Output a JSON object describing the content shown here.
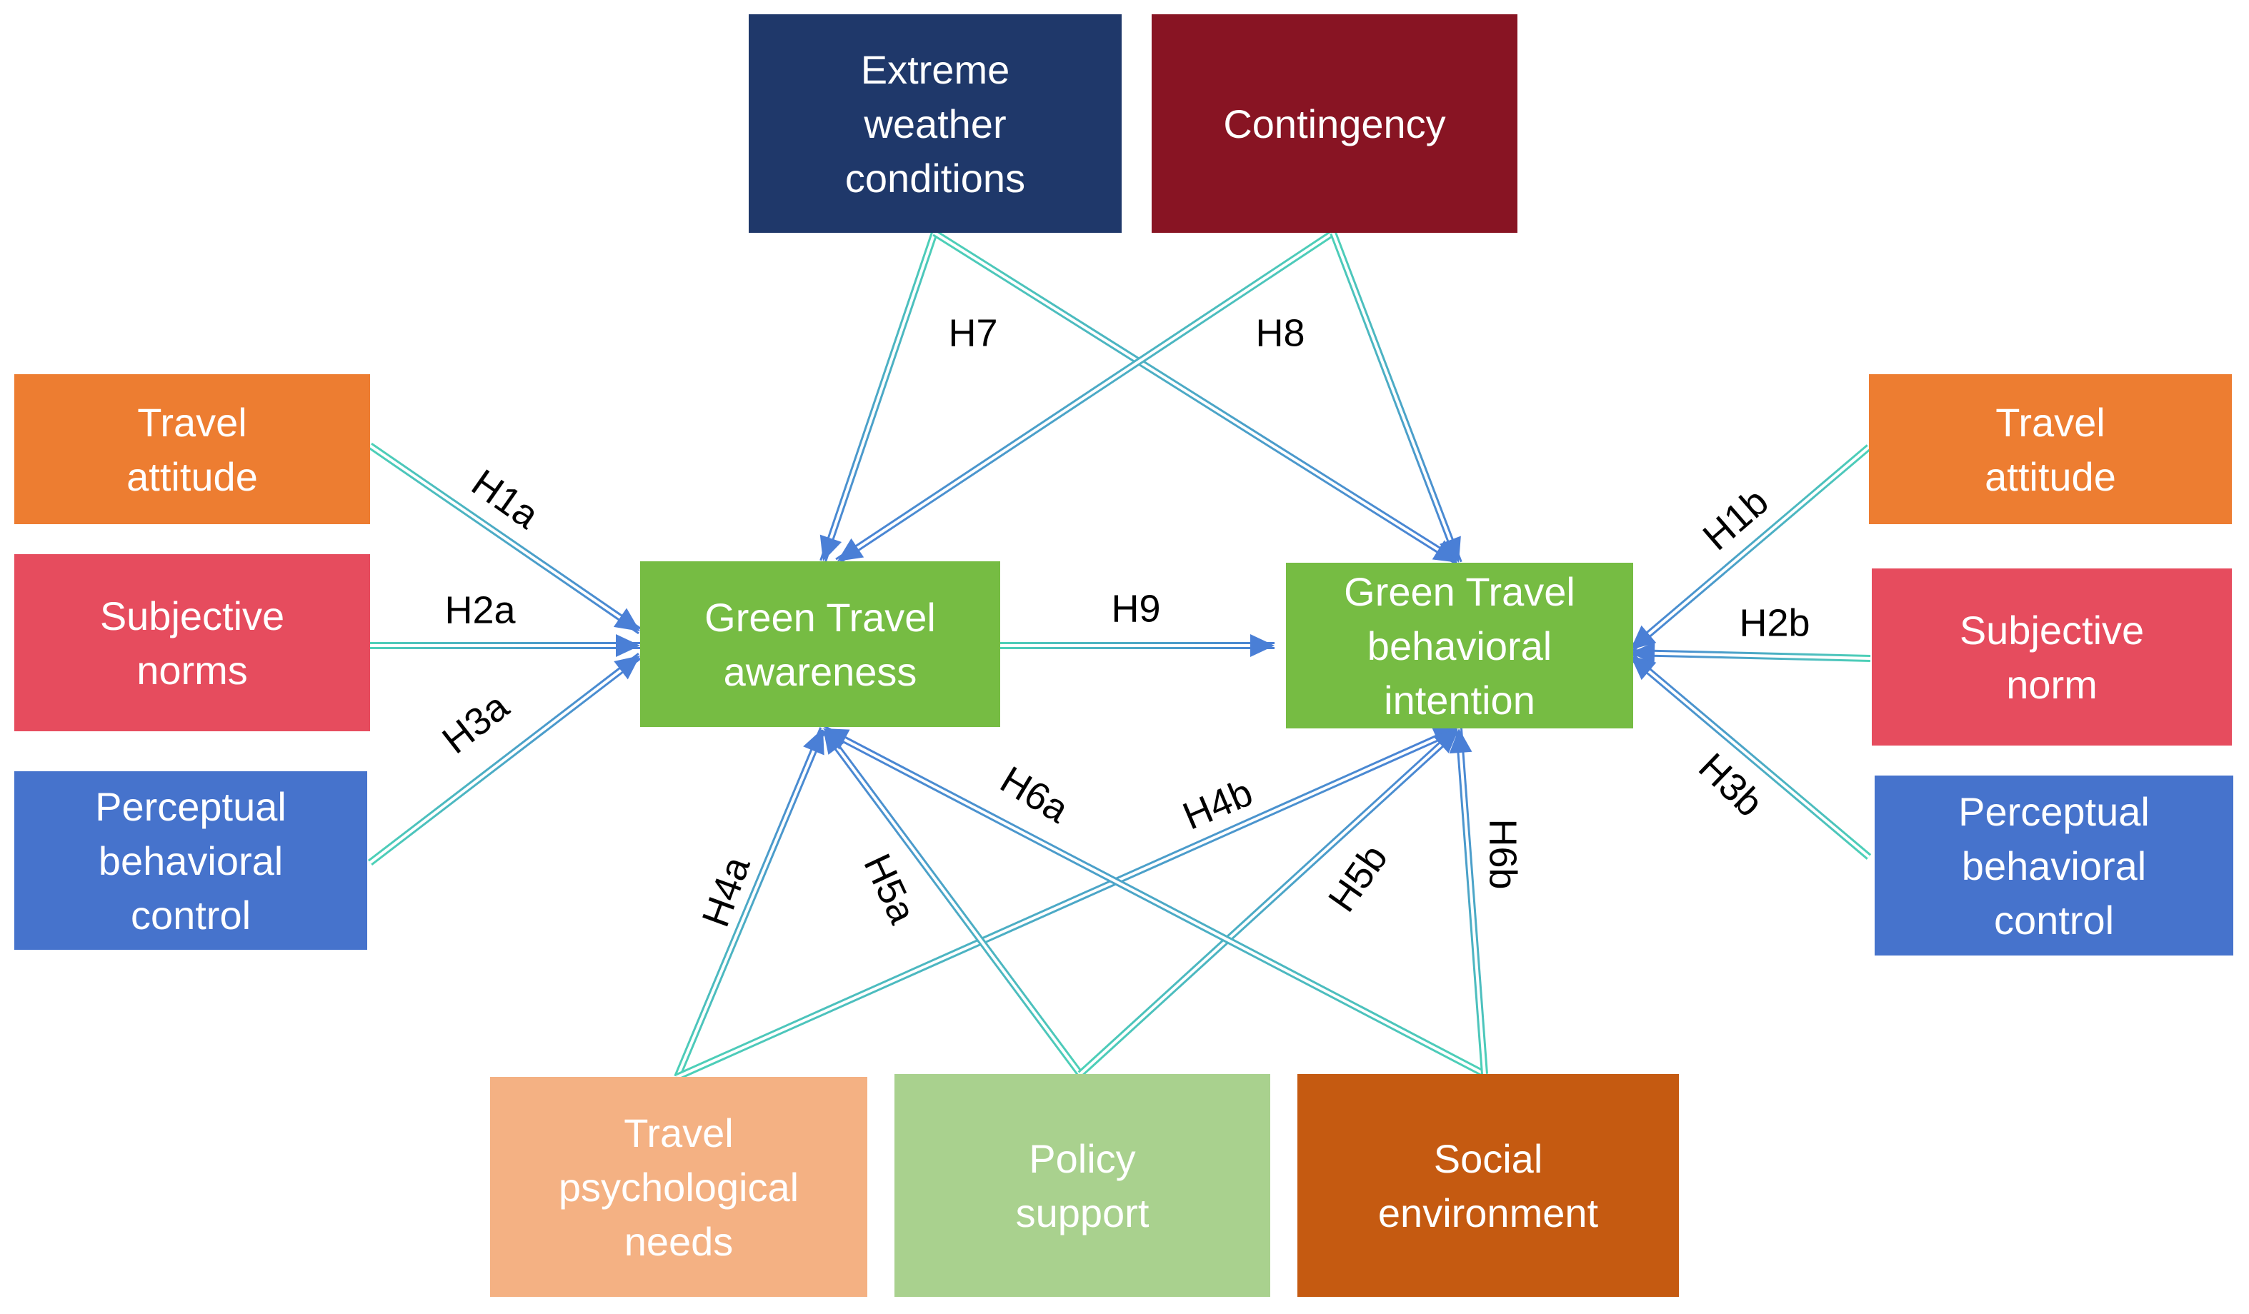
{
  "diagram": {
    "colors": {
      "navy": "#1F386A",
      "crimson": "#881423",
      "orange": "#ED7D31",
      "red": "#E64C5E",
      "blue": "#4673CC",
      "green": "#76BC43",
      "peach": "#F4B183",
      "light_green": "#A9D18E",
      "dark_orange": "#C55A11",
      "edge_teal": "#4DD1B7",
      "edge_blue": "#4A7FD6"
    },
    "nodes": [
      {
        "id": "extreme-weather",
        "lines": [
          "Extreme",
          "weather",
          "conditions"
        ],
        "color": "#1F386A"
      },
      {
        "id": "contingency",
        "lines": [
          "Contingency"
        ],
        "color": "#881423"
      },
      {
        "id": "travel-attitude-left",
        "lines": [
          "Travel",
          "attitude"
        ],
        "color": "#ED7D31"
      },
      {
        "id": "subjective-norms-left",
        "lines": [
          "Subjective",
          "norms"
        ],
        "color": "#E64C5E"
      },
      {
        "id": "perceptual-control-left",
        "lines": [
          "Perceptual",
          "behavioral",
          "control"
        ],
        "color": "#4673CC"
      },
      {
        "id": "green-travel-awareness",
        "lines": [
          "Green Travel",
          "awareness"
        ],
        "color": "#76BC43"
      },
      {
        "id": "green-travel-intention",
        "lines": [
          "Green Travel",
          "behavioral",
          "intention"
        ],
        "color": "#76BC43"
      },
      {
        "id": "travel-attitude-right",
        "lines": [
          "Travel",
          "attitude"
        ],
        "color": "#ED7D31"
      },
      {
        "id": "subjective-norm-right",
        "lines": [
          "Subjective",
          "norm"
        ],
        "color": "#E64C5E"
      },
      {
        "id": "perceptual-control-right",
        "lines": [
          "Perceptual",
          "behavioral",
          "control"
        ],
        "color": "#4673CC"
      },
      {
        "id": "travel-psych-needs",
        "lines": [
          "Travel",
          "psychological",
          "needs"
        ],
        "color": "#F4B183"
      },
      {
        "id": "policy-support",
        "lines": [
          "Policy",
          "support"
        ],
        "color": "#A9D18E"
      },
      {
        "id": "social-environment",
        "lines": [
          "Social",
          "environment"
        ],
        "color": "#C55A11"
      }
    ],
    "edges": [
      {
        "id": "H1a",
        "label": "H1a",
        "from": "travel-attitude-left",
        "to": "green-travel-awareness"
      },
      {
        "id": "H2a",
        "label": "H2a",
        "from": "subjective-norms-left",
        "to": "green-travel-awareness"
      },
      {
        "id": "H3a",
        "label": "H3a",
        "from": "perceptual-control-left",
        "to": "green-travel-awareness"
      },
      {
        "id": "H1b",
        "label": "H1b",
        "from": "travel-attitude-right",
        "to": "green-travel-intention"
      },
      {
        "id": "H2b",
        "label": "H2b",
        "from": "subjective-norm-right",
        "to": "green-travel-intention"
      },
      {
        "id": "H3b",
        "label": "H3b",
        "from": "perceptual-control-right",
        "to": "green-travel-intention"
      },
      {
        "id": "H9",
        "label": "H9",
        "from": "green-travel-awareness",
        "to": "green-travel-intention"
      },
      {
        "id": "H7-awareness",
        "label": "H7",
        "from": "extreme-weather",
        "to": "green-travel-awareness"
      },
      {
        "id": "H7-intention",
        "label": "",
        "from": "extreme-weather",
        "to": "green-travel-intention"
      },
      {
        "id": "H8-awareness",
        "label": "",
        "from": "contingency",
        "to": "green-travel-awareness"
      },
      {
        "id": "H8-intention",
        "label": "H8",
        "from": "contingency",
        "to": "green-travel-intention"
      },
      {
        "id": "H4a",
        "label": "H4a",
        "from": "travel-psych-needs",
        "to": "green-travel-awareness"
      },
      {
        "id": "H4b",
        "label": "H4b",
        "from": "travel-psych-needs",
        "to": "green-travel-intention"
      },
      {
        "id": "H5a",
        "label": "H5a",
        "from": "policy-support",
        "to": "green-travel-awareness"
      },
      {
        "id": "H5b",
        "label": "H5b",
        "from": "policy-support",
        "to": "green-travel-intention"
      },
      {
        "id": "H6a",
        "label": "H6a",
        "from": "social-environment",
        "to": "green-travel-awareness"
      },
      {
        "id": "H6b",
        "label": "H6b",
        "from": "social-environment",
        "to": "green-travel-intention"
      }
    ]
  }
}
